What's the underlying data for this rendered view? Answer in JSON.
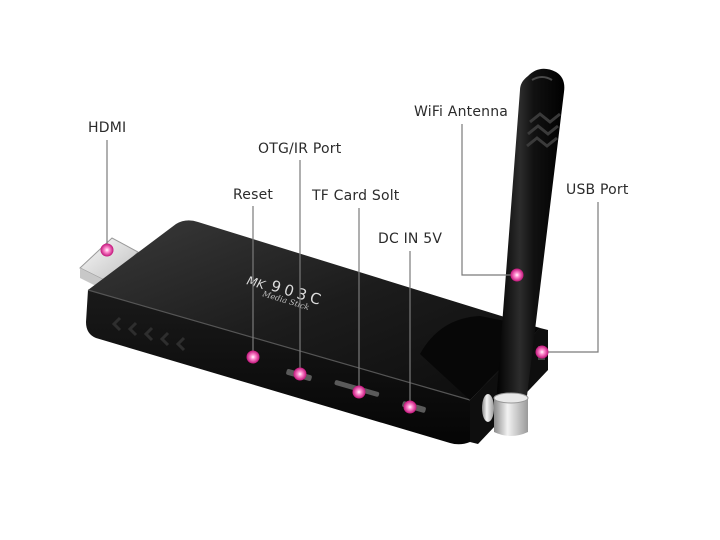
{
  "callouts": {
    "hdmi": "HDMI",
    "otg_ir_port": "OTG/IR Port",
    "reset": "Reset",
    "tf_card_slot": "TF Card Solt",
    "dc_in": "DC IN 5V",
    "wifi_antenna": "WiFi Antenna",
    "usb_port": "USB Port"
  },
  "device": {
    "brand_mark": "MK",
    "model_digits": "903C",
    "subtitle": "Media Stick"
  },
  "colors": {
    "marker": "#d1157f",
    "marker_glow": "#f19bd0",
    "leader_line": "#777777",
    "device_body": "#141414"
  }
}
